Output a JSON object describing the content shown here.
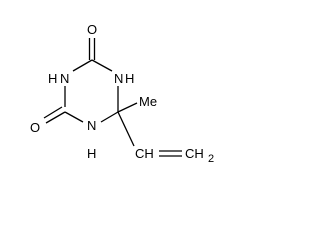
{
  "molecule": {
    "atoms": {
      "o_top": "O",
      "n_upper_left": "N",
      "h_upper_left": "H",
      "n_upper_right": "N",
      "h_upper_right": "H",
      "o_left": "O",
      "n_lower": "N",
      "h_lower": "H",
      "methyl": "Me",
      "vinyl_ch": "CH",
      "vinyl_ch2": "CH",
      "vinyl_ch2_subscript": "2"
    }
  }
}
